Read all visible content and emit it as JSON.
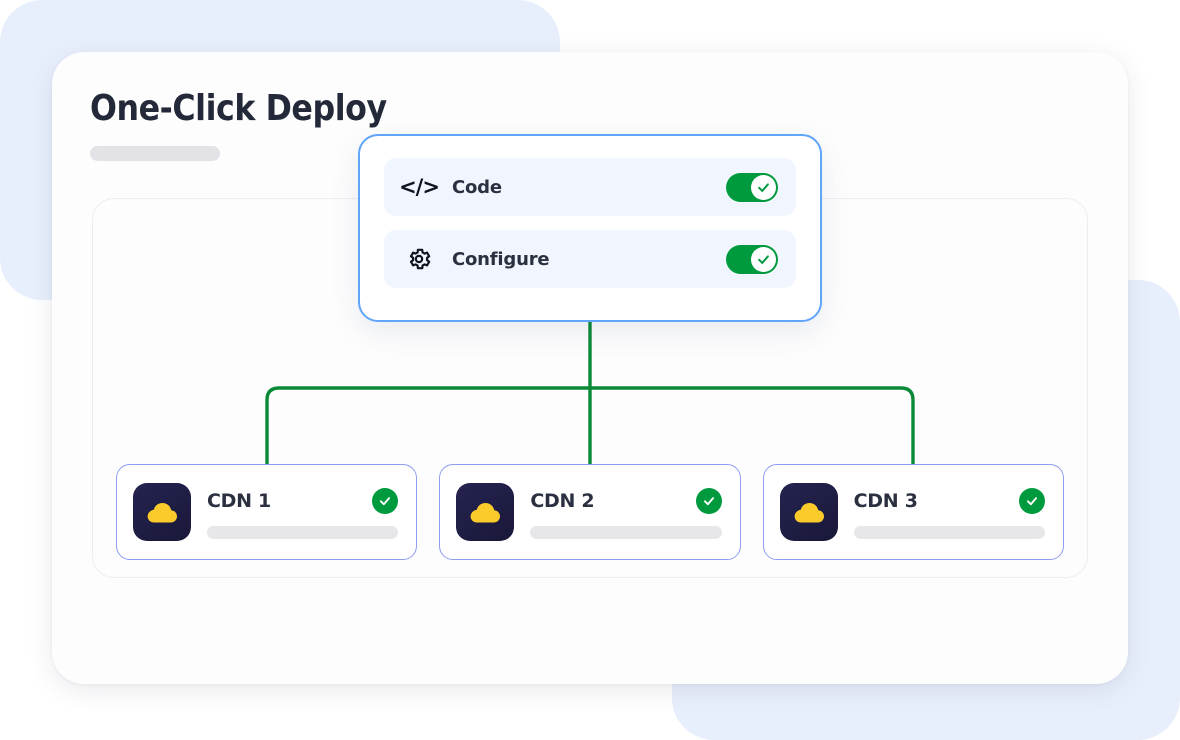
{
  "theme": {
    "accent_blue": "#60A5FA",
    "decor_blue": "#E8EFFC",
    "green": "#009A3E",
    "card_border_blue": "#8E9CF2",
    "text_dark": "#2B3040",
    "placeholder_grey": "#E3E3E7",
    "logo_navy": "#1E1C42",
    "cloud_yellow": "#FBCB2C"
  },
  "header": {
    "title": "One-Click Deploy",
    "subtitle_placeholder": ""
  },
  "toggle_panel": {
    "rows": [
      {
        "icon": "code-icon",
        "glyph": "</>",
        "label": "Code",
        "enabled": true,
        "state": "on"
      },
      {
        "icon": "gear-icon",
        "glyph": "",
        "label": "Configure",
        "enabled": true,
        "state": "on"
      }
    ]
  },
  "connector": {
    "color": "#0A8A36",
    "type": "tree-branch"
  },
  "cdn_nodes": [
    {
      "name": "CDN 1",
      "logo": "cloud-icon",
      "status": "check",
      "progress_placeholder": ""
    },
    {
      "name": "CDN 2",
      "logo": "cloud-icon",
      "status": "check",
      "progress_placeholder": ""
    },
    {
      "name": "CDN 3",
      "logo": "cloud-icon",
      "status": "check",
      "progress_placeholder": ""
    }
  ]
}
